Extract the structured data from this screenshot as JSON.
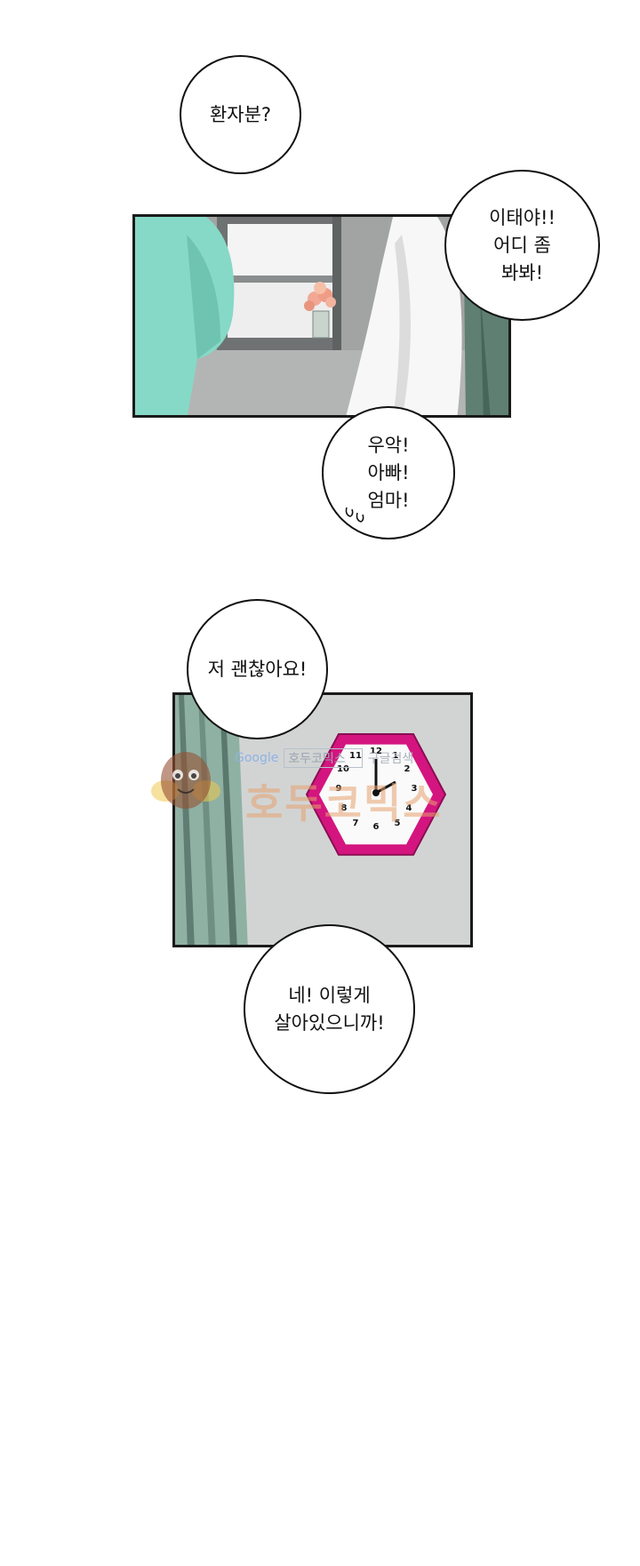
{
  "bubbles": {
    "patient": "환자분?",
    "look_here": "이태야!!\n어디 좀\n봐봐!",
    "wow": "우악!\n아빠!\n엄마!",
    "im_fine": "저 괜찮아요!",
    "alive": "네! 이렇게\n살아있으니까!"
  },
  "clock": {
    "numbers": [
      "12",
      "1",
      "2",
      "3",
      "4",
      "5",
      "6",
      "7",
      "8",
      "9",
      "10",
      "11"
    ],
    "time": "2:00",
    "frame_color": "#d4157f"
  },
  "watermark": {
    "search_brand": "Google",
    "search_query": "호두코믹스",
    "search_button": "구글검색",
    "site_name": "호두코믹스"
  },
  "colors": {
    "mint": "#86d9c6",
    "wall_gray": "#cfd1d1",
    "curtain_green": "#8fb1a3"
  }
}
